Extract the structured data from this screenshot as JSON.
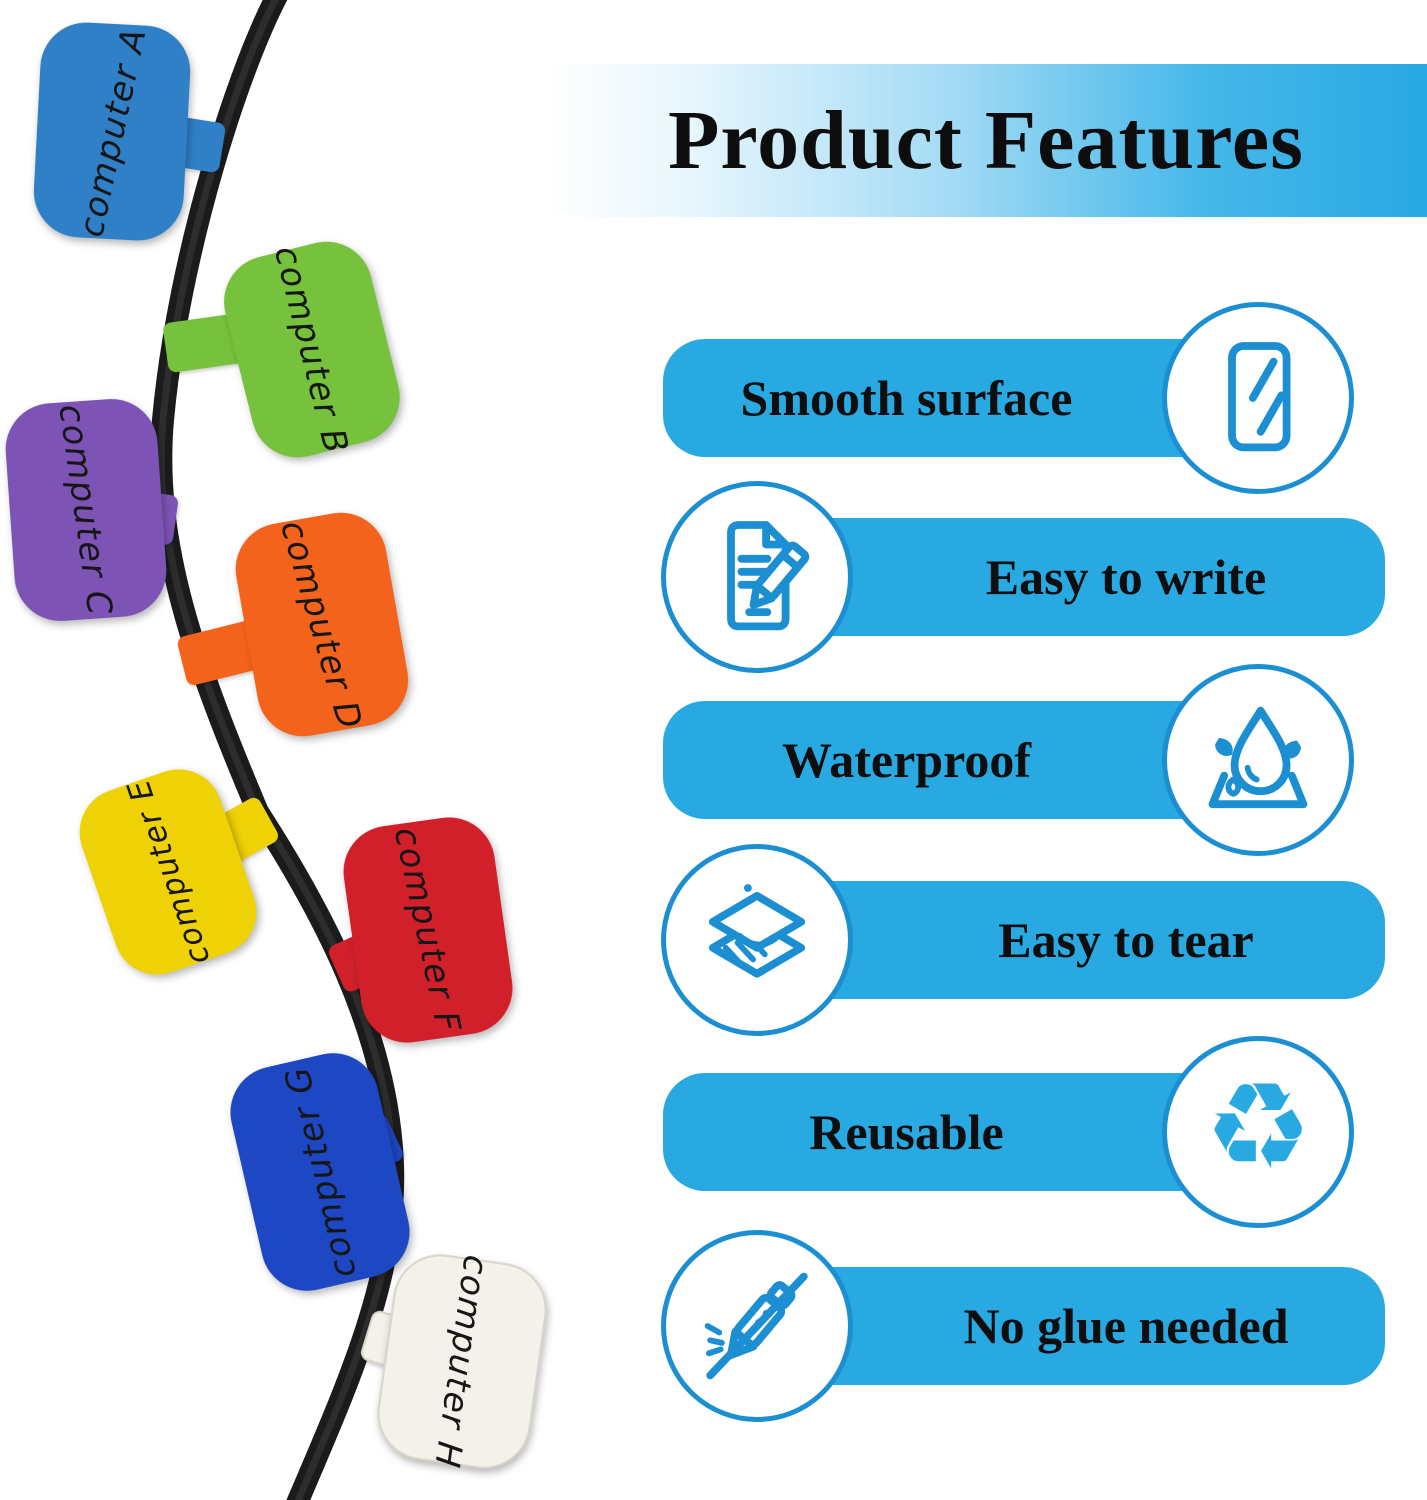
{
  "header": {
    "title": "Product Features"
  },
  "features": [
    {
      "label": "Smooth surface",
      "icon": "smooth-surface-icon",
      "circle_side": "right"
    },
    {
      "label": "Easy to write",
      "icon": "easy-to-write-icon",
      "circle_side": "left"
    },
    {
      "label": "Waterproof",
      "icon": "waterproof-icon",
      "circle_side": "right"
    },
    {
      "label": "Easy to tear",
      "icon": "easy-to-tear-icon",
      "circle_side": "left"
    },
    {
      "label": "Reusable",
      "icon": "recycle-icon",
      "circle_side": "right",
      "glyph": "♻"
    },
    {
      "label": "No glue needed",
      "icon": "no-glue-icon",
      "circle_side": "left"
    }
  ],
  "labels": [
    {
      "id": "A",
      "text": "computer A",
      "color": "#2f80c7"
    },
    {
      "id": "B",
      "text": "computer B",
      "color": "#76c23c"
    },
    {
      "id": "C",
      "text": "computer C",
      "color": "#7d54b6"
    },
    {
      "id": "D",
      "text": "computer D",
      "color": "#f4631c"
    },
    {
      "id": "E",
      "text": "computer E",
      "color": "#eed206"
    },
    {
      "id": "F",
      "text": "computer F",
      "color": "#d1202a"
    },
    {
      "id": "G",
      "text": "computer G",
      "color": "#1d47c3"
    },
    {
      "id": "H",
      "text": "computer H",
      "color": "#f3f1ea"
    }
  ],
  "colors": {
    "pill_blue": "#29a9e2",
    "icon_stroke_blue": "#1b8fd1",
    "header_blue": "#28a9e3",
    "cable_black": "#1b1b1b",
    "text_dark": "#0e0e0e"
  }
}
